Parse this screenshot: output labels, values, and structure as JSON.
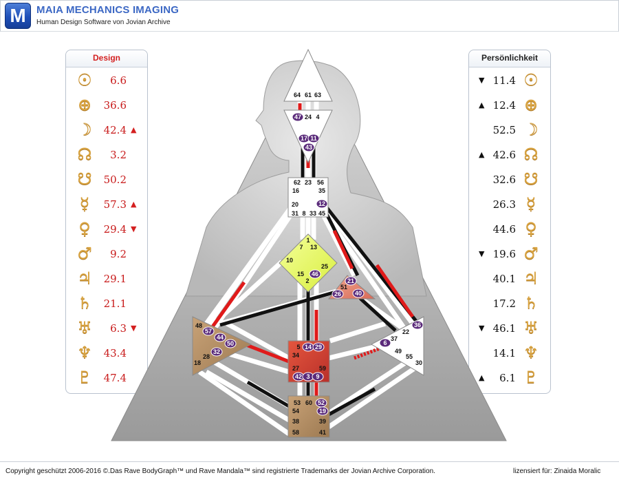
{
  "header": {
    "logo_letter": "M",
    "title": "MAIA MECHANICS IMAGING",
    "subtitle": "Human Design Software von Jovian Archive"
  },
  "colors": {
    "accent": "#3c68c4",
    "design_red": "#d42020",
    "planet_gold": "#d9a441"
  },
  "design": {
    "title": "Design",
    "rows": [
      {
        "icon": "sun-icon",
        "glyph": "☉",
        "value": "6.6",
        "arrow": ""
      },
      {
        "icon": "earth-icon",
        "glyph": "⊕",
        "value": "36.6",
        "arrow": ""
      },
      {
        "icon": "moon-icon",
        "glyph": "☽",
        "value": "42.4",
        "arrow": "▲"
      },
      {
        "icon": "north-node-icon",
        "glyph": "☊",
        "value": "3.2",
        "arrow": ""
      },
      {
        "icon": "south-node-icon",
        "glyph": "☋",
        "value": "50.2",
        "arrow": ""
      },
      {
        "icon": "mercury-icon",
        "glyph": "☿",
        "value": "57.3",
        "arrow": "▲"
      },
      {
        "icon": "venus-icon",
        "glyph": "♀",
        "value": "29.4",
        "arrow": "▼"
      },
      {
        "icon": "mars-icon",
        "glyph": "♂",
        "value": "9.2",
        "arrow": ""
      },
      {
        "icon": "jupiter-icon",
        "glyph": "♃",
        "value": "29.1",
        "arrow": ""
      },
      {
        "icon": "saturn-icon",
        "glyph": "♄",
        "value": "21.1",
        "arrow": ""
      },
      {
        "icon": "uranus-icon",
        "glyph": "♅",
        "value": "6.3",
        "arrow": "▼"
      },
      {
        "icon": "neptune-icon",
        "glyph": "♆",
        "value": "43.4",
        "arrow": ""
      },
      {
        "icon": "pluto-icon",
        "glyph": "♇",
        "value": "47.4",
        "arrow": ""
      }
    ]
  },
  "personality": {
    "title": "Persönlichkeit",
    "rows": [
      {
        "icon": "sun-icon",
        "glyph": "☉",
        "value": "11.4",
        "arrow": "▼"
      },
      {
        "icon": "earth-icon",
        "glyph": "⊕",
        "value": "12.4",
        "arrow": "▲"
      },
      {
        "icon": "moon-icon",
        "glyph": "☽",
        "value": "52.5",
        "arrow": ""
      },
      {
        "icon": "north-node-icon",
        "glyph": "☊",
        "value": "42.6",
        "arrow": "▲"
      },
      {
        "icon": "south-node-icon",
        "glyph": "☋",
        "value": "32.6",
        "arrow": ""
      },
      {
        "icon": "mercury-icon",
        "glyph": "☿",
        "value": "26.3",
        "arrow": ""
      },
      {
        "icon": "venus-icon",
        "glyph": "♀",
        "value": "44.6",
        "arrow": ""
      },
      {
        "icon": "mars-icon",
        "glyph": "♂",
        "value": "19.6",
        "arrow": "▼"
      },
      {
        "icon": "jupiter-icon",
        "glyph": "♃",
        "value": "40.1",
        "arrow": ""
      },
      {
        "icon": "saturn-icon",
        "glyph": "♄",
        "value": "17.2",
        "arrow": ""
      },
      {
        "icon": "uranus-icon",
        "glyph": "♅",
        "value": "46.1",
        "arrow": "▼"
      },
      {
        "icon": "neptune-icon",
        "glyph": "♆",
        "value": "14.1",
        "arrow": ""
      },
      {
        "icon": "pluto-icon",
        "glyph": "♇",
        "value": "6.1",
        "arrow": "▲"
      }
    ]
  },
  "bodygraph": {
    "centers": {
      "head": {
        "gates": [
          "64",
          "61",
          "63"
        ]
      },
      "ajna": {
        "gates": [
          "47",
          "24",
          "4",
          "17",
          "11",
          "43"
        ]
      },
      "throat": {
        "gates": [
          "62",
          "23",
          "56",
          "16",
          "35",
          "20",
          "12",
          "31",
          "8",
          "33",
          "45"
        ]
      },
      "g": {
        "gates": [
          "1",
          "7",
          "13",
          "10",
          "25",
          "15",
          "46",
          "2"
        ]
      },
      "heart": {
        "gates": [
          "21",
          "51",
          "26",
          "40"
        ]
      },
      "spleen": {
        "gates": [
          "48",
          "57",
          "44",
          "50",
          "32",
          "28",
          "18"
        ]
      },
      "sacral": {
        "gates": [
          "5",
          "14",
          "29",
          "34",
          "27",
          "59",
          "42",
          "3",
          "9"
        ]
      },
      "solar_plexus": {
        "gates": [
          "36",
          "22",
          "37",
          "6",
          "49",
          "55",
          "30"
        ]
      },
      "root": {
        "gates": [
          "53",
          "60",
          "52",
          "54",
          "19",
          "38",
          "39",
          "58",
          "41"
        ]
      }
    },
    "highlighted_gates": [
      "47",
      "17",
      "11",
      "43",
      "12",
      "46",
      "21",
      "26",
      "40",
      "57",
      "44",
      "50",
      "32",
      "14",
      "29",
      "42",
      "3",
      "9",
      "36",
      "6",
      "52",
      "19"
    ]
  },
  "footer": {
    "copyright": "Copyright geschützt 2006-2016 ©.Das Rave BodyGraph™ und Rave Mandala™ sind registrierte Trademarks der Jovian Archive Corporation.",
    "license": "lizensiert für: Zinaida Moralic"
  }
}
